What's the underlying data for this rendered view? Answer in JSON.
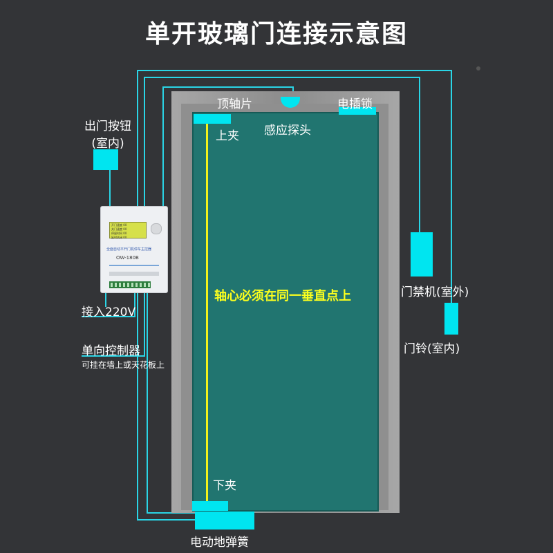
{
  "title": "单开玻璃门连接示意图",
  "labels": {
    "top_pivot": "顶轴片",
    "electric_lock": "电插锁",
    "upper_clamp": "上夹",
    "sensor_probe": "感应探头",
    "exit_button_line1": "出门按钮",
    "exit_button_line2": "(室内)",
    "axis_note": "轴心必须在同一垂直点上",
    "access_control": "门禁机(室外)",
    "doorbell": "门铃(室内)",
    "power_input": "接入220V",
    "one_way_controller": "单向控制器",
    "mount_note": "可挂在墙上或天花板上",
    "lower_clamp": "下夹",
    "floor_spring": "电动地弹簧"
  },
  "controller_panel": {
    "lcd_rows": [
      "开门速度 00",
      "关门速度 00",
      "停留时间 00",
      "延时关闭 00"
    ],
    "name_text": "全面自动平开门机停车主控器",
    "model": "OW-180B"
  },
  "colors": {
    "background": "#333437",
    "wire": "#2ad5e6",
    "device": "#00e5f0",
    "glass": "#217570",
    "axis_line": "#f3f21a",
    "text": "#ffffff",
    "axis_note": "#fbff1e"
  }
}
